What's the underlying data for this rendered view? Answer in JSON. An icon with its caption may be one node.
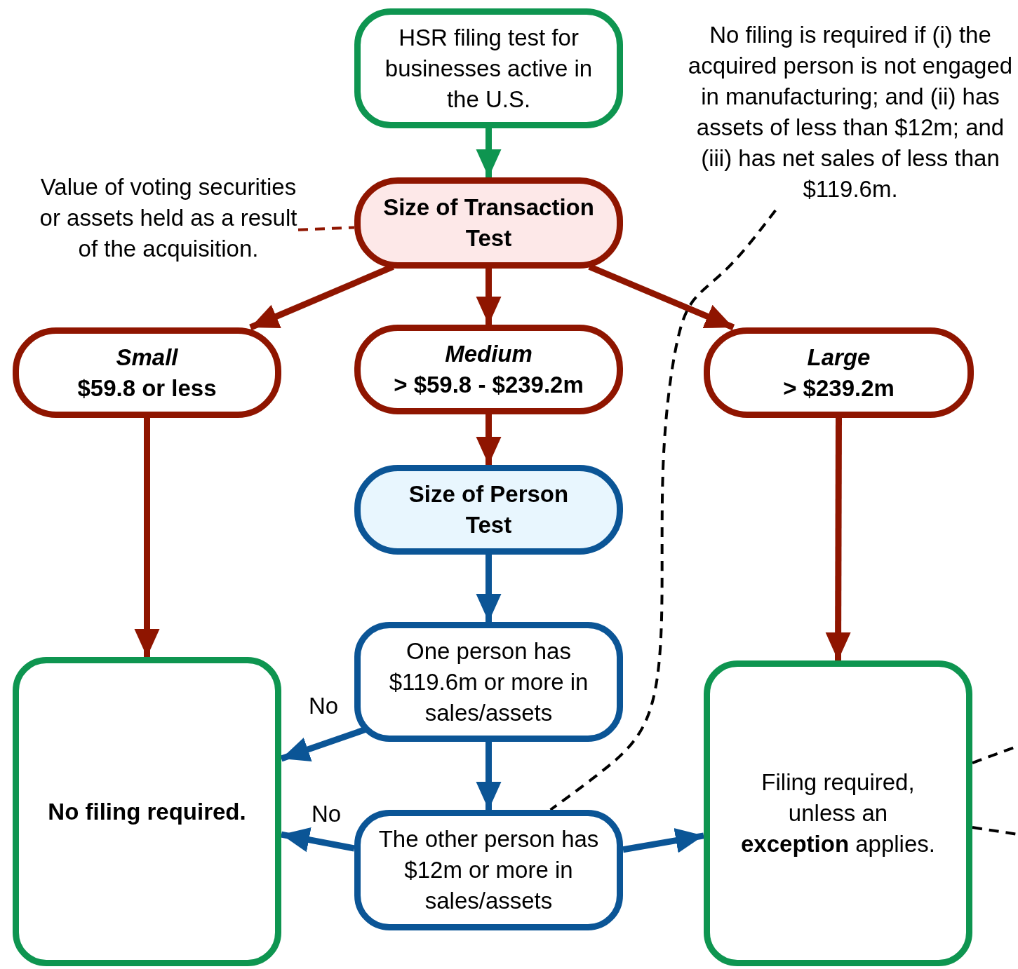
{
  "diagram": {
    "nodes": [
      {
        "text": [
          "HSR filing test for businesses active in the U.S."
        ]
      },
      {
        "text": [
          "Size of Transaction Test"
        ]
      },
      {
        "text": [
          "Small",
          "$59.8 or less"
        ]
      },
      {
        "text": [
          "Medium",
          "> $59.8 - $239.2m"
        ]
      },
      {
        "text": [
          "Large",
          "> $239.2m"
        ]
      },
      {
        "text": [
          "Size of Person Test"
        ]
      },
      {
        "text": [
          "One person has $119.6m or more in sales/assets"
        ]
      },
      {
        "text": [
          "The other person has $12m or more in sales/assets"
        ]
      },
      {
        "text": [
          "No filing required."
        ]
      },
      {
        "text": [
          "Filing required, unless an **exception** applies."
        ]
      },
      {
        "text": [
          "No filing is required if (i) the acquired person is not engaged in manufacturing; and (ii) has assets of less than $12m; and (iii) has net sales of less than $119.6m."
        ]
      },
      {
        "text": [
          "Value of voting securities or assets held as a result of the acquisition."
        ]
      }
    ],
    "edges": [
      {
        "from": 0,
        "to": 1,
        "arrow": "to",
        "color": "#0e9550"
      },
      {
        "from": 1,
        "to": 2,
        "arrow": "to"
      },
      {
        "from": 1,
        "to": 3,
        "arrow": "to"
      },
      {
        "from": 1,
        "to": 4,
        "arrow": "to"
      },
      {
        "from": 2,
        "to": 8,
        "arrow": "to"
      },
      {
        "from": 3,
        "to": 5,
        "arrow": "to"
      },
      {
        "from": 4,
        "to": 9,
        "arrow": "to"
      },
      {
        "from": 5,
        "to": 6,
        "arrow": "to",
        "color": "#0b5596"
      },
      {
        "from": 6,
        "to": 7,
        "arrow": "to",
        "color": "#0b5596"
      },
      {
        "from": 6,
        "to": 8,
        "arrow": "to",
        "label": "No",
        "color": "#0b5596"
      },
      {
        "from": 7,
        "to": 8,
        "arrow": "to",
        "label": "No",
        "color": "#0b5596"
      },
      {
        "from": 7,
        "to": 9,
        "arrow": "to",
        "color": "#0b5596"
      },
      {
        "from": 11,
        "to": 1,
        "arrow": "none",
        "style": "dashed"
      },
      {
        "from": 10,
        "to": 7,
        "arrow": "none",
        "style": "dashed",
        "color": "#000000"
      },
      {
        "from": 9,
        "to": null,
        "arrow": "none",
        "style": "dashed",
        "color": "#000000"
      },
      {
        "from": 9,
        "to": null,
        "arrow": "none",
        "style": "dashed",
        "color": "#000000"
      }
    ]
  }
}
